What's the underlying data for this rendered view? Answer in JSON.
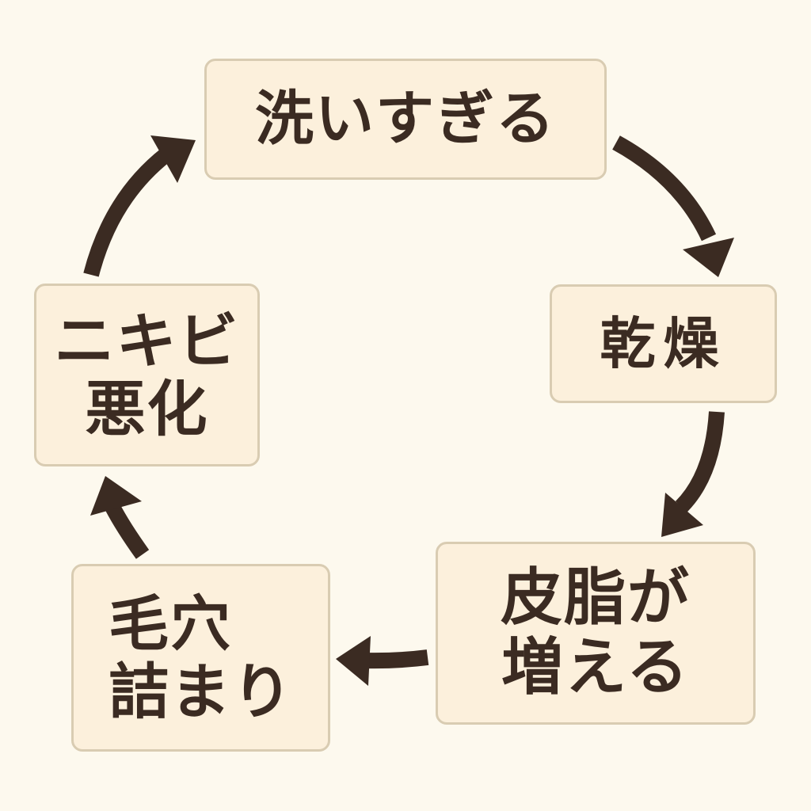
{
  "diagram": {
    "type": "cycle",
    "nodes": [
      {
        "id": "over-washing",
        "lines": [
          "洗いすぎる"
        ]
      },
      {
        "id": "dryness",
        "lines": [
          "乾燥"
        ]
      },
      {
        "id": "sebum-increase",
        "lines": [
          "皮脂が",
          "増える"
        ]
      },
      {
        "id": "clogged-pores",
        "lines": [
          "毛穴",
          "詰まり"
        ]
      },
      {
        "id": "acne-worsens",
        "lines": [
          "ニキビ",
          "悪化"
        ]
      }
    ],
    "edges": [
      {
        "from": "over-washing",
        "to": "dryness"
      },
      {
        "from": "dryness",
        "to": "sebum-increase"
      },
      {
        "from": "sebum-increase",
        "to": "clogged-pores"
      },
      {
        "from": "clogged-pores",
        "to": "acne-worsens"
      },
      {
        "from": "acne-worsens",
        "to": "over-washing"
      }
    ],
    "colors": {
      "background": "#fdf9ee",
      "box_fill": "#fcf0dc",
      "box_border": "#d9ccb2",
      "text": "#3b2b22",
      "arrow": "#3b2b22"
    }
  }
}
